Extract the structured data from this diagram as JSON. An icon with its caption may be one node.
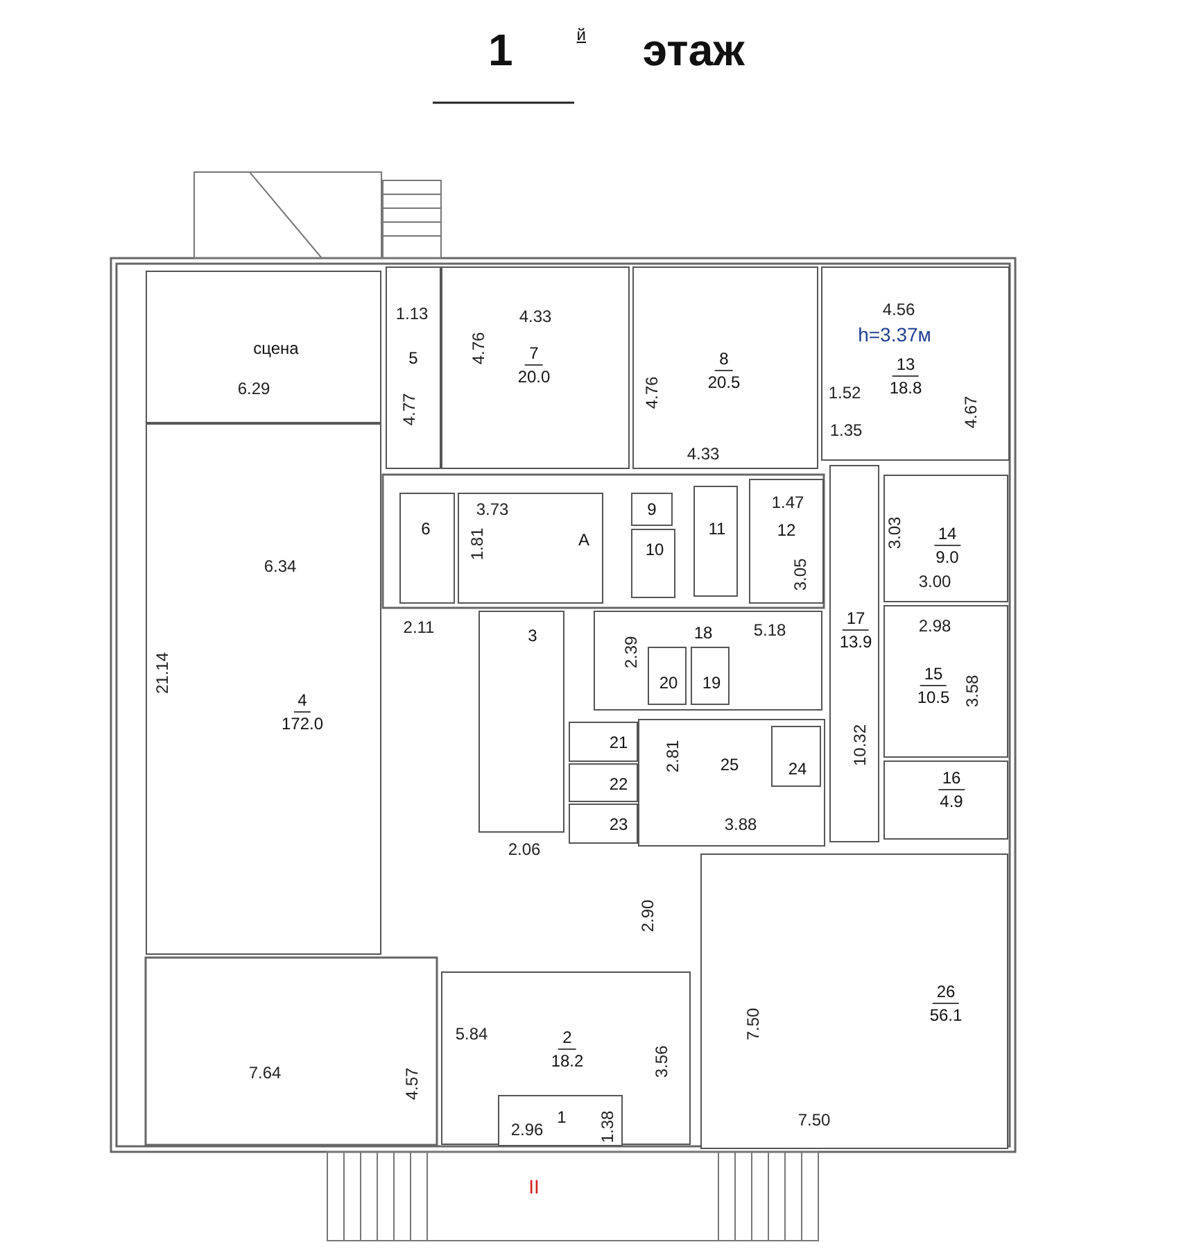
{
  "diagram": {
    "title": "1$^{й}$ этаж",
    "nodes": [
      {
        "text": [
          "сцена"
        ]
      },
      {
        "text": [
          "5"
        ]
      },
      {
        "text": [
          "7",
          "20.0"
        ]
      },
      {
        "text": [
          "8",
          "20.5"
        ]
      },
      {
        "text": [
          "13",
          "18.8"
        ]
      },
      {
        "text": [
          "6"
        ]
      },
      {
        "text": [
          "A"
        ]
      },
      {
        "text": [
          "9"
        ]
      },
      {
        "text": [
          "10"
        ]
      },
      {
        "text": [
          "11"
        ]
      },
      {
        "text": [
          "12"
        ]
      },
      {
        "text": [
          "14",
          "9.0"
        ]
      },
      {
        "text": [
          "17",
          "13.9"
        ]
      },
      {
        "text": [
          "3"
        ]
      },
      {
        "text": [
          "18"
        ]
      },
      {
        "text": [
          "20"
        ],
        "in": 14
      },
      {
        "text": [
          "19"
        ],
        "in": 14
      },
      {
        "text": [
          "15",
          "10.5"
        ]
      },
      {
        "text": [
          "21"
        ]
      },
      {
        "text": [
          "22"
        ]
      },
      {
        "text": [
          "23"
        ]
      },
      {
        "text": [
          "25"
        ]
      },
      {
        "text": [
          "24"
        ],
        "in": 21
      },
      {
        "text": [
          "16",
          "4.9"
        ]
      },
      {
        "text": [
          "4",
          "172.0"
        ]
      },
      {
        "text": [
          "26",
          "56.1"
        ]
      },
      {
        "text": [
          "2",
          "18.2"
        ]
      },
      {
        "text": [
          "1"
        ],
        "in": 26
      }
    ],
    "labels": [
      "1.13",
      "4.33",
      "4.56",
      "h=3.37м",
      "6.29",
      "4.76",
      "4.76",
      "1.52",
      "4.67",
      "4.77",
      "1.35",
      "4.33",
      "3.73",
      "1.47",
      "3.03",
      "1.81",
      "6.34",
      "3.05",
      "3.00",
      "2.11",
      "2.98",
      "5.18",
      "2.39",
      "21.14",
      "3.58",
      "10.32",
      "2.81",
      "3.88",
      "2.06",
      "2.90",
      "5.84",
      "7.50",
      "7.64",
      "4.57",
      "3.56",
      "7.50",
      "1.38",
      "2.96",
      "II"
    ]
  }
}
